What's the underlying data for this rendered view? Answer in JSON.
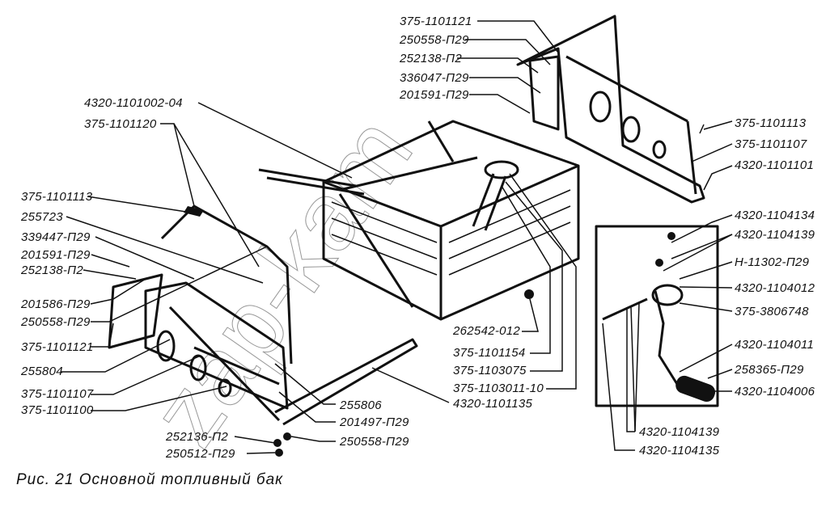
{
  "caption": "Рис. 21 Основной топливный бак",
  "watermark": "zap-kam",
  "labels": {
    "top": [
      "375-1101121",
      "250558-П29",
      "252138-П2",
      "336047-П29",
      "201591-П29"
    ],
    "tank": "4320-1101002-04",
    "strap": "375-1101120",
    "left": [
      "375-1101113",
      "255723",
      "339447-П29",
      "201591-П29",
      "252138-П2",
      "201586-П29",
      "250558-П29",
      "375-1101121",
      "255804",
      "375-1101107",
      "375-1101100"
    ],
    "right": [
      "375-1101113",
      "375-1101107",
      "4320-1101101",
      "4320-1104134",
      "4320-1104139",
      "Н-11302-П29",
      "4320-1104012",
      "375-3806748",
      "4320-1104011",
      "258365-П29",
      "4320-1104006"
    ],
    "bottom_mid": [
      "262542-012",
      "375-1101154",
      "375-1103075",
      "375-1103011-10",
      "4320-1101135"
    ],
    "bottom_left": [
      "255806",
      "201497-П29",
      "250558-П29"
    ],
    "bottom_fasteners": [
      "252136-П2",
      "250512-П29"
    ],
    "inset_bottom": [
      "4320-1104139",
      "4320-1104135"
    ]
  }
}
